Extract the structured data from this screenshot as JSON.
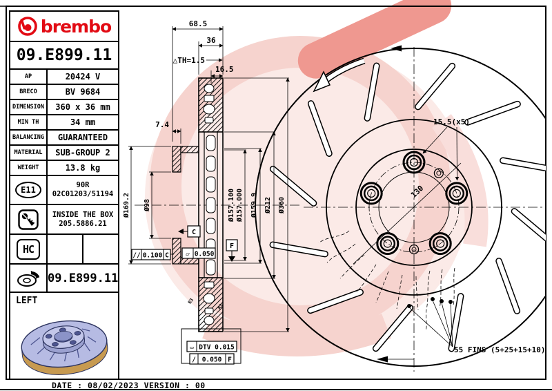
{
  "brand": {
    "wordmark": "brembo",
    "color": "#e20a13"
  },
  "part_number": "09.E899.11",
  "specs": [
    {
      "label": "AP",
      "value": "20424 V"
    },
    {
      "label": "BRECO",
      "value": "BV 9684"
    },
    {
      "label": "DIMENSION",
      "value": "360 x 36 mm"
    },
    {
      "label": "MIN TH",
      "value": "34 mm"
    },
    {
      "label": "BALANCING",
      "value": "GUARANTEED"
    },
    {
      "label": "MATERIAL",
      "value": "SUB-GROUP 2"
    },
    {
      "label": "WEIGHT",
      "value": "13.8 kg"
    }
  ],
  "e11": {
    "badge": "E11",
    "line1": "90R",
    "line2": "02C01203/51194"
  },
  "box": {
    "line1": "INSIDE THE BOX",
    "line2": "205.5886.21"
  },
  "hc": {
    "badge": "HC"
  },
  "bottom": {
    "part_number": "09.E899.11"
  },
  "left": {
    "label": "LEFT"
  },
  "section": {
    "dim_total": "68.5",
    "dim_band": "36",
    "dim_th": "△TH=1.5",
    "dim_outer": "16.5",
    "dim_flange": "7.4",
    "dim_hat_od": "Ø169.2",
    "dim_bore": "Ø98",
    "dim_157a": "Ø157.100",
    "dim_157b": "Ø157.000",
    "dim_159": "Ø159.9",
    "dim_212": "Ø212",
    "dim_360": "Ø360",
    "r3": "R3"
  },
  "gdt": {
    "par_sym": "//",
    "par_val": "0.100",
    "par_ref": "C",
    "flat_sym": "▱",
    "flat_val": "0.050",
    "datum_c": "C",
    "datum_f": "F",
    "dtv_sym": "▭",
    "dtv_label": "DTV 0.015",
    "runout_sym": "/",
    "runout_val": "0.050",
    "runout_ref": "F"
  },
  "front": {
    "holes": "15.5(x5)",
    "bolt_circle": "130",
    "fins": "55 FINS (5+25+15+10)"
  },
  "footer": {
    "date_line": "DATE : 08/02/2023 VERSION : 00"
  }
}
